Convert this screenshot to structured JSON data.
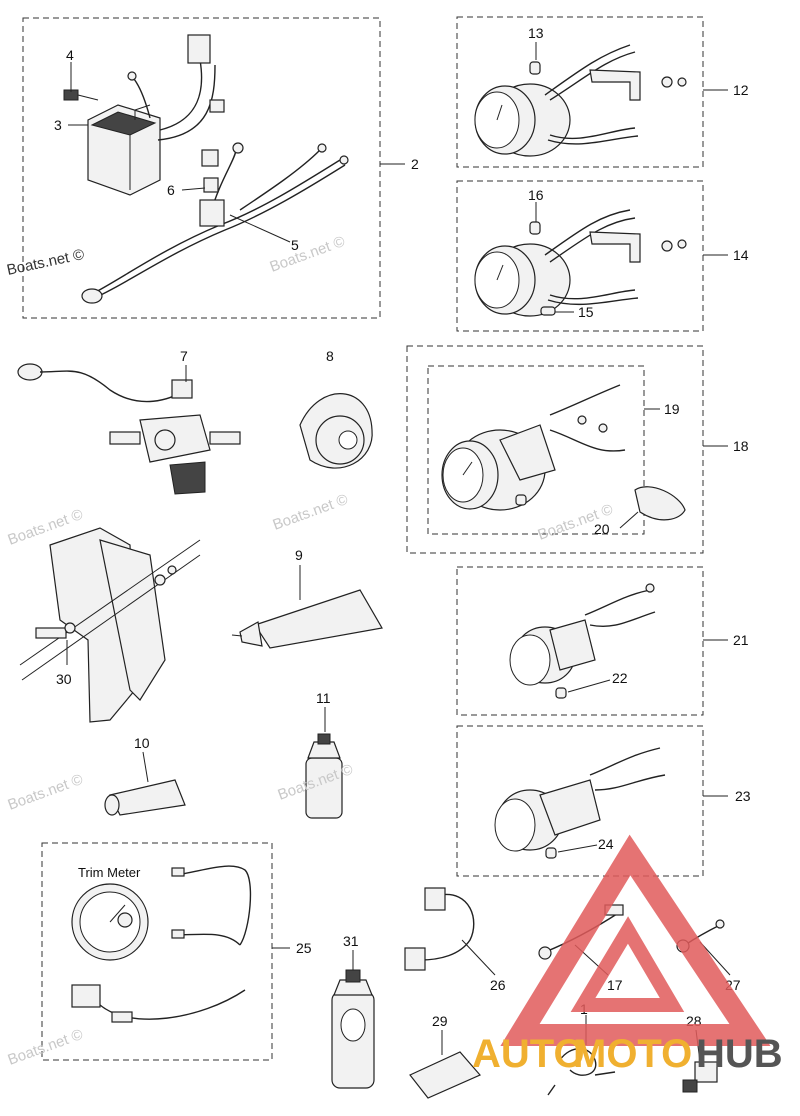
{
  "callouts": {
    "c1": "1",
    "c2": "2",
    "c3": "3",
    "c4": "4",
    "c5": "5",
    "c6": "6",
    "c7": "7",
    "c8": "8",
    "c9": "9",
    "c10": "10",
    "c11": "11",
    "c12": "12",
    "c13": "13",
    "c14": "14",
    "c15": "15",
    "c16": "16",
    "c17": "17",
    "c18": "18",
    "c19": "19",
    "c20": "20",
    "c21": "21",
    "c22": "22",
    "c23": "23",
    "c24": "24",
    "c25": "25",
    "c26": "26",
    "c27": "27",
    "c28": "28",
    "c29": "29",
    "c30": "30",
    "c31": "31"
  },
  "trim_meter_label": "Trim Meter",
  "watermark": "Boats.net ©",
  "brand": {
    "auto": "AUTO",
    "moto": "MOTO",
    "hub": "HUB"
  },
  "colors": {
    "brand_red": "#e05a5a",
    "brand_orange": "#f0b030",
    "brand_gray": "#555555",
    "watermark": "#c8c8c8"
  }
}
